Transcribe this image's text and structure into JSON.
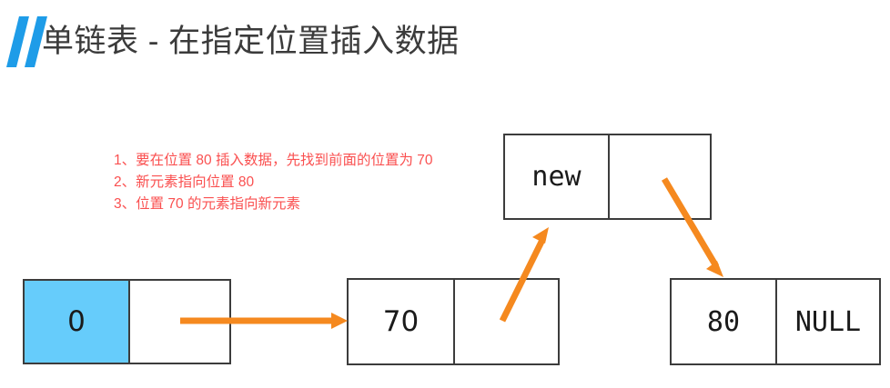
{
  "header": {
    "title": "单链表 - 在指定位置插入数据",
    "bar_icon": "double-slash-icon",
    "bar_color": "#1e9ce8",
    "title_color": "#3b3b3b"
  },
  "annotations": {
    "color": "#fa5050",
    "lines": [
      "1、要在位置 80 插入数据，先找到前面的位置为 70",
      "2、新元素指向位置 80",
      "3、位置 70 的元素指向新元素"
    ]
  },
  "diagram": {
    "accent_orange": "#f5891f",
    "highlight_blue": "#66ccfb",
    "node_border": "#3c3c3c",
    "nodes": [
      {
        "id": "node-head",
        "name": "head-node",
        "data_value": "0",
        "next_value": "",
        "highlighted": true
      },
      {
        "id": "node-70",
        "name": "node-70",
        "data_value": "70",
        "next_value": "",
        "highlighted": false
      },
      {
        "id": "node-80",
        "name": "node-80",
        "data_value": "80",
        "next_value": "NULL",
        "highlighted": false
      },
      {
        "id": "node-new",
        "name": "new-node",
        "data_value": "new",
        "next_value": "",
        "highlighted": false
      }
    ],
    "arrows": [
      {
        "name": "arrow-head-to-70",
        "direction": "right"
      },
      {
        "name": "arrow-70-to-new",
        "direction": "up-right"
      },
      {
        "name": "arrow-new-to-80",
        "direction": "down-right"
      }
    ]
  }
}
